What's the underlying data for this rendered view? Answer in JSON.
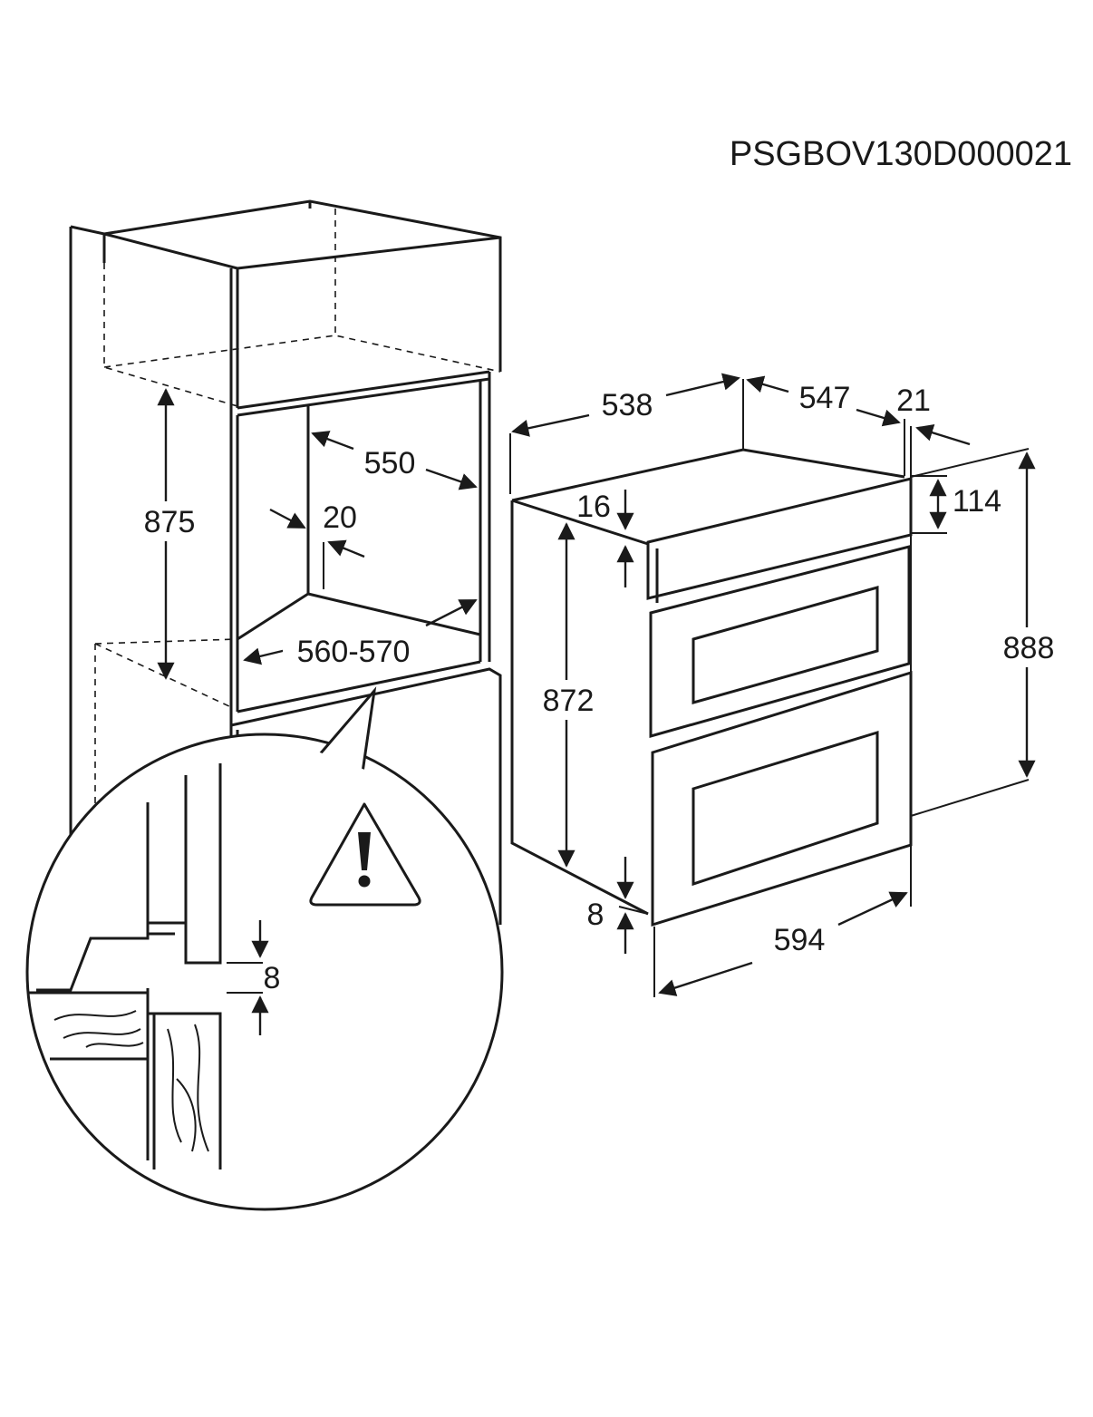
{
  "code": "PSGBOV130D000021",
  "cabinet": {
    "height": "875",
    "depth": "550",
    "gap": "20",
    "width": "560-570",
    "detail_gap": "8"
  },
  "oven": {
    "depth": "538",
    "depth_total": "547",
    "front_offset": "21",
    "top_gap": "16",
    "panel_height": "114",
    "body_height": "872",
    "total_height": "888",
    "bottom_gap": "8",
    "width": "594"
  },
  "icons": {
    "warning": "warning-icon"
  }
}
